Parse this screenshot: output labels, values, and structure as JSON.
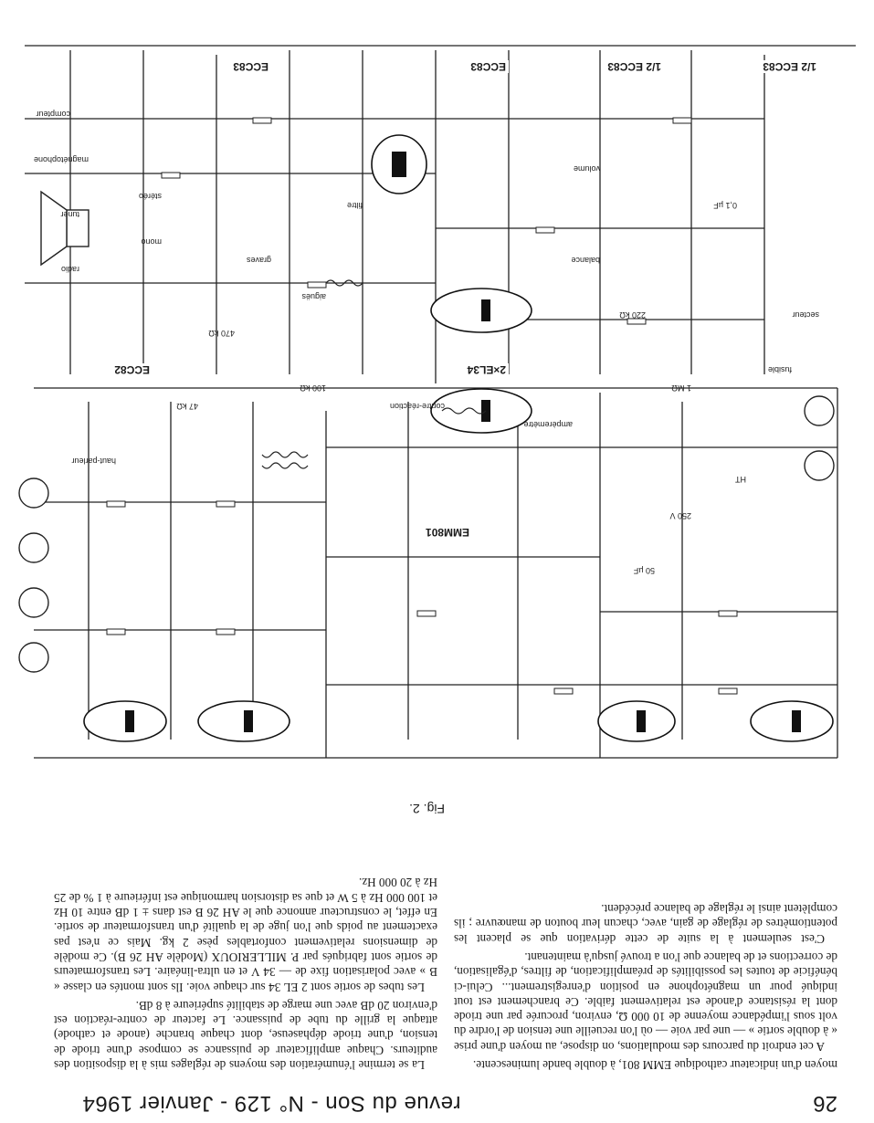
{
  "header": {
    "page_number": "26",
    "running_head": "revue du Son - N° 129 - Janvier 1964"
  },
  "figure": {
    "caption": "Fig. 2.",
    "tubes": [
      "1/2 ECC83",
      "1/2 ECC83",
      "ECC83",
      "ECC83",
      "2×EL34",
      "ECC82",
      "EMM801"
    ],
    "labels": [
      "compteur",
      "magnétophone",
      "tuner",
      "radio",
      "stéréo",
      "mono",
      "filtre",
      "graves",
      "aiguës",
      "balance",
      "volume",
      "secteur",
      "fusible",
      "HT",
      "ampèremètre",
      "haut-parleur",
      "contre-réaction",
      "100 kΩ",
      "470 kΩ",
      "1 MΩ",
      "220 kΩ",
      "47 kΩ",
      "0,1 µF",
      "50 µF",
      "250 V"
    ]
  },
  "left_column": [
    {
      "text": "moyen d'un indicateur cathodique EMM 801, à double bande luminescente.",
      "indent": false
    },
    {
      "text": "A cet endroit du parcours des modulations, on dispose, au moyen d'une prise « à double sortie » — une par voie — où l'on recueille une tension de l'ordre du volt sous l'impédance moyenne de 10 000 Ω, environ, procurée par une triode dont la résistance d'anode est relativement faible. Ce branchement est tout indiqué pour un magnétophone en position d'enregistrement... Celui-ci bénéficie de toutes les possibilités de préamplification, de filtres, d'égalisation, de corrections et de balance que l'on a trouvé jusqu'à maintenant.",
      "indent": true
    },
    {
      "text": "C'est seulement à la suite de cette dérivation que se placent les potentiomètres de réglage de gain, avec, chacun leur bouton de manœuvre ; ils complètent ainsi le réglage de balance précédent.",
      "indent": true
    }
  ],
  "right_column": [
    {
      "text": "La se termine l'énumération des moyens de réglages mis à la disposition des auditeurs. Chaque amplificateur de puissance se compose d'une triode de tension, d'une triode déphaseuse, dont chaque branche (anode et cathode) attaque la grille du tube de puissance. Le facteur de contre-réaction est d'environ 20 dB avec une marge de stabilité supérieure à 8 dB.",
      "indent": true
    },
    {
      "text": "Les tubes de sortie sont 2 EL 34 sur chaque voie. Ils sont montés en classe « B » avec polarisation fixe de — 34 V et en ultra-linéaire. Les transformateurs de sortie sont fabriqués par P. MILLERIOUX (Modèle AH 26 B). Ce modèle de dimensions relativement confortables pèse 2 kg. Mais ce n'est pas exactement au poids que l'on juge de la qualité d'un transformateur de sortie. En effet, le constructeur annonce que le AH 26 B est dans ± 1 dB entre 10 Hz et 100 000 Hz à 5 W et que sa distorsion harmonique est inférieure à 1 % de 25 Hz à 20 000 Hz.",
      "indent": true
    }
  ]
}
